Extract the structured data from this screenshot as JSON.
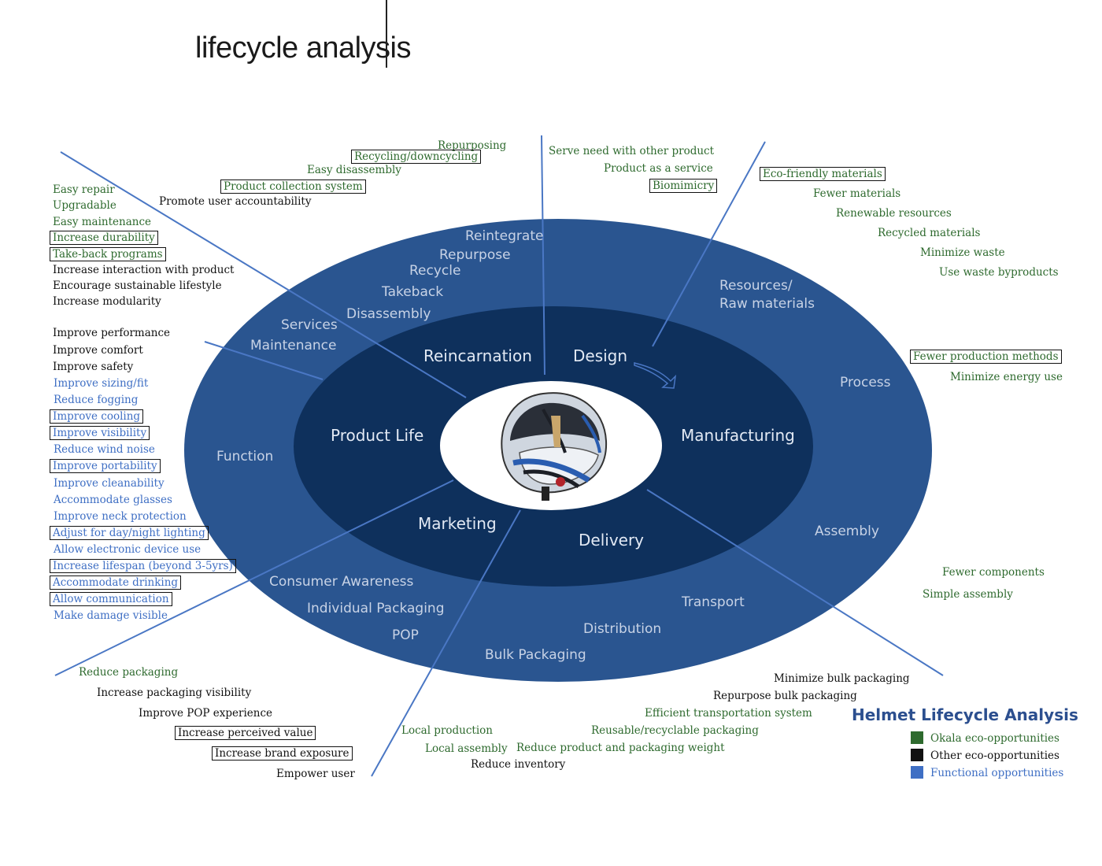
{
  "title": "lifecycle analysis",
  "colors": {
    "outer_ring": "#2a5590",
    "inner_ring": "#0e305c",
    "center": "#ffffff",
    "spoke": "#4a77c4",
    "okala": "#2e6a2e",
    "other": "#111111",
    "functional": "#3f6fc4"
  },
  "center_image": "helmet",
  "stages": {
    "reincarnation": "Reincarnation",
    "design": "Design",
    "manufacturing": "Manufacturing",
    "delivery": "Delivery",
    "marketing": "Marketing",
    "product_life": "Product Life"
  },
  "ring_labels": {
    "reintegrate": "Reintegrate",
    "repurpose": "Repurpose",
    "recycle": "Recycle",
    "takeback": "Takeback",
    "disassembly": "Disassembly",
    "services": "Services",
    "maintenance": "Maintenance",
    "resources": "Resources/",
    "raw_materials": "Raw materials",
    "process": "Process",
    "function": "Function",
    "assembly": "Assembly",
    "consumer_awareness": "Consumer Awareness",
    "individual_packaging": "Individual Packaging",
    "pop": "POP",
    "bulk_packaging": "Bulk Packaging",
    "distribution": "Distribution",
    "transport": "Transport"
  },
  "reincarnation_notes": {
    "repurposing": "Repurposing",
    "recycling": "Recycling/downcycling",
    "easy_disassembly": "Easy disassembly",
    "collection": "Product collection system",
    "accountability": "Promote user accountability"
  },
  "design_notes": {
    "serve_need": "Serve need with other product",
    "service": "Product as a service",
    "biomimicry": "Biomimicry"
  },
  "materials_notes": {
    "eco_materials": "Eco-friendly materials",
    "fewer_materials": "Fewer materials",
    "renewable": "Renewable resources",
    "recycled": "Recycled materials",
    "minimize_waste": "Minimize waste",
    "byproducts": "Use waste byproducts"
  },
  "process_notes": {
    "fewer_methods": "Fewer production methods",
    "energy": "Minimize energy use"
  },
  "assembly_notes": {
    "fewer_components": "Fewer components",
    "simple_assembly": "Simple assembly"
  },
  "maintenance_notes": {
    "easy_repair": "Easy repair",
    "upgradable": "Upgradable",
    "easy_maintenance": "Easy maintenance",
    "durability": "Increase durability",
    "takeback": "Take-back programs",
    "interaction": "Increase interaction with product",
    "sustainable": "Encourage sustainable lifestyle",
    "modularity": "Increase modularity"
  },
  "function_notes": {
    "performance": "Improve performance",
    "comfort": "Improve comfort",
    "safety": "Improve safety",
    "sizing": "Improve sizing/fit",
    "fogging": "Reduce fogging",
    "cooling": "Improve cooling",
    "visibility": "Improve visibility",
    "wind_noise": "Reduce wind noise",
    "portability": "Improve portability",
    "cleanability": "Improve cleanability",
    "glasses": "Accommodate glasses",
    "neck": "Improve neck protection",
    "lighting": "Adjust for day/night lighting",
    "device": "Allow electronic device use",
    "lifespan": "Increase lifespan (beyond 3-5yrs)",
    "drinking": "Accommodate drinking",
    "communication": "Allow communication",
    "damage": "Make damage visible"
  },
  "marketing_notes": {
    "reduce_packaging": "Reduce packaging",
    "packaging_visibility": "Increase packaging visibility",
    "pop_experience": "Improve POP experience",
    "perceived_value": "Increase perceived value",
    "brand_exposure": "Increase brand exposure",
    "empower": "Empower user"
  },
  "delivery_notes": {
    "local_production": "Local production",
    "local_assembly": "Local assembly",
    "reduce_inventory": "Reduce inventory",
    "reduce_weight": "Reduce product and packaging weight",
    "reusable_packaging": "Reusable/recyclable packaging",
    "efficient_transport": "Efficient transportation system",
    "repurpose_bulk": "Repurpose bulk packaging",
    "minimize_bulk": "Minimize bulk packaging"
  },
  "legend": {
    "title": "Helmet Lifecycle Analysis",
    "items": [
      {
        "label": "Okala eco-opportunities",
        "color": "#2e6a2e"
      },
      {
        "label": "Other eco-opportunities",
        "color": "#111111"
      },
      {
        "label": "Functional opportunities",
        "color": "#3f6fc4"
      }
    ]
  }
}
